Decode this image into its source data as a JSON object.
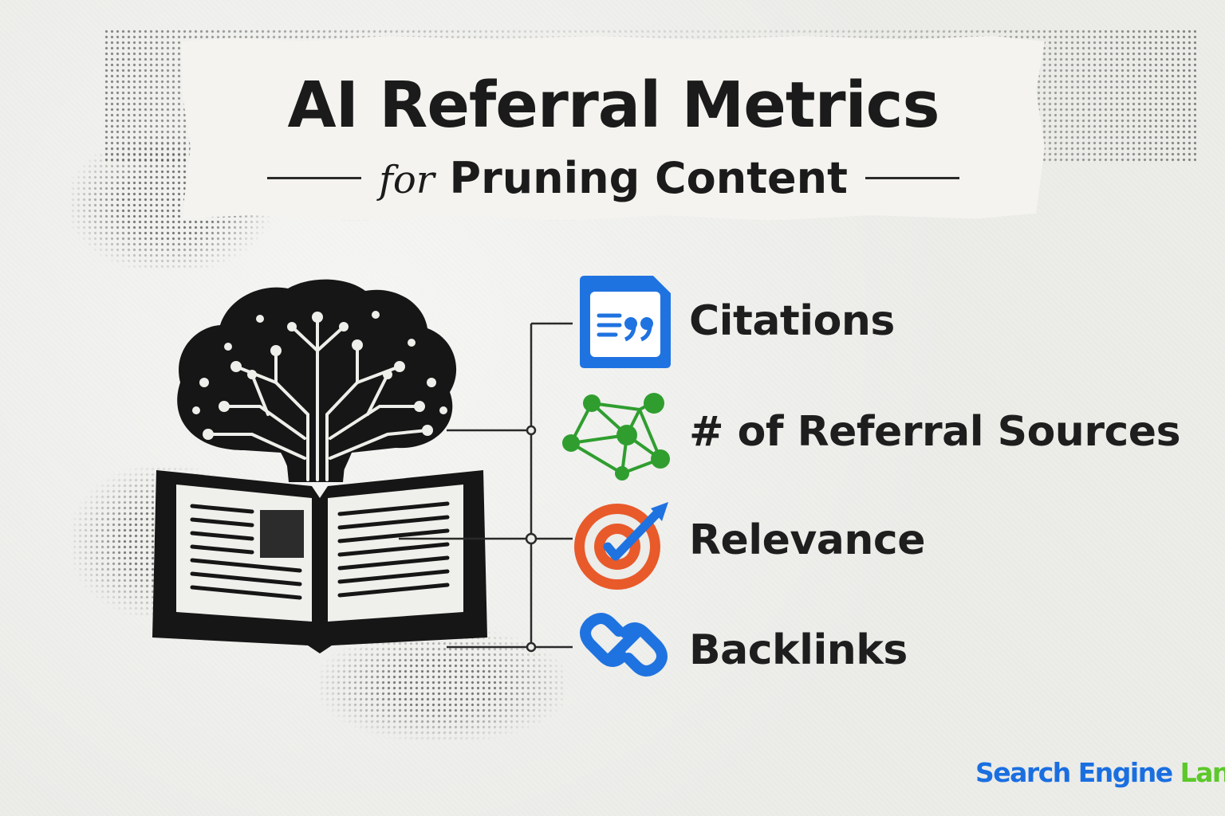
{
  "title": {
    "main": "AI Referral Metrics",
    "sub_for": "for",
    "sub_rest": "Pruning Content"
  },
  "metrics": [
    {
      "label": "Citations",
      "icon": "quote-document-icon",
      "color": "#1f73e0"
    },
    {
      "label": "# of Referral Sources",
      "icon": "network-nodes-icon",
      "color": "#2f9e2f"
    },
    {
      "label": "Relevance",
      "icon": "target-check-icon",
      "color": "#e85a2a"
    },
    {
      "label": "Backlinks",
      "icon": "chain-link-icon",
      "color": "#1f73e0"
    }
  ],
  "logo": {
    "part1": "Search Engine",
    "part2": "Land",
    "color1": "#1a6fe0",
    "color2": "#5cc82a"
  }
}
